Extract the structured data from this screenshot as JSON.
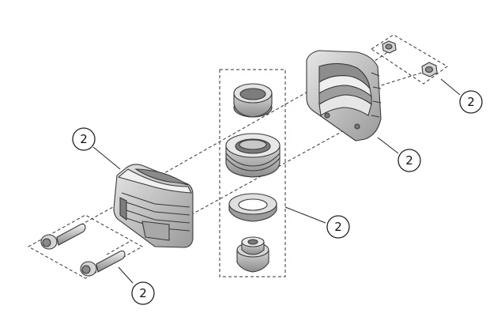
{
  "diagram": {
    "callouts": [
      {
        "id": "housing-left",
        "label": "2"
      },
      {
        "id": "screws",
        "label": "2"
      },
      {
        "id": "stack",
        "label": "2"
      },
      {
        "id": "housing-right",
        "label": "2"
      },
      {
        "id": "nuts",
        "label": "2"
      }
    ]
  }
}
